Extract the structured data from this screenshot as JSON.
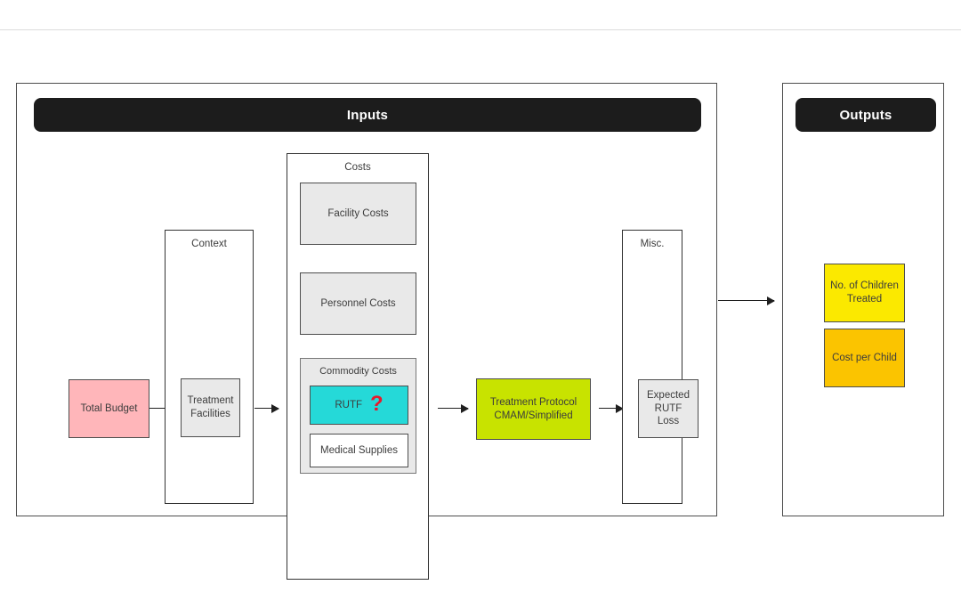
{
  "diagram": {
    "title_bars": {
      "inputs": "Inputs",
      "outputs": "Outputs"
    },
    "groups": {
      "context": "Context",
      "costs": "Costs",
      "misc": "Misc.",
      "commodity_costs": "Commodity Costs"
    },
    "nodes": {
      "total_budget": "Total Budget",
      "treatment_facilities": "Treatment\nFacilities",
      "facility_costs": "Facility Costs",
      "personnel_costs": "Personnel Costs",
      "rutf": "RUTF",
      "rutf_marker": "?",
      "medical_supplies": "Medical Supplies",
      "treatment_protocol": "Treatment Protocol\nCMAM/Simplified",
      "expected_rutf_loss": "Expected\nRUTF Loss",
      "children_treated": "No. of Children\nTreated",
      "cost_per_child": "Cost per Child"
    },
    "colors": {
      "header_bar": "#1c1c1c",
      "total_budget": "#ffb6ba",
      "rutf": "#25d9d8",
      "rutf_marker": "#e8192c",
      "treatment_protocol": "#c8e300",
      "children_treated": "#fbe900",
      "cost_per_child": "#fbc400",
      "node_default": "#e9e9e9",
      "medical_supplies": "#ffffff",
      "border": "#4d4d4d",
      "text": "#3c3c3c",
      "divider": "#dcdcdc"
    }
  }
}
